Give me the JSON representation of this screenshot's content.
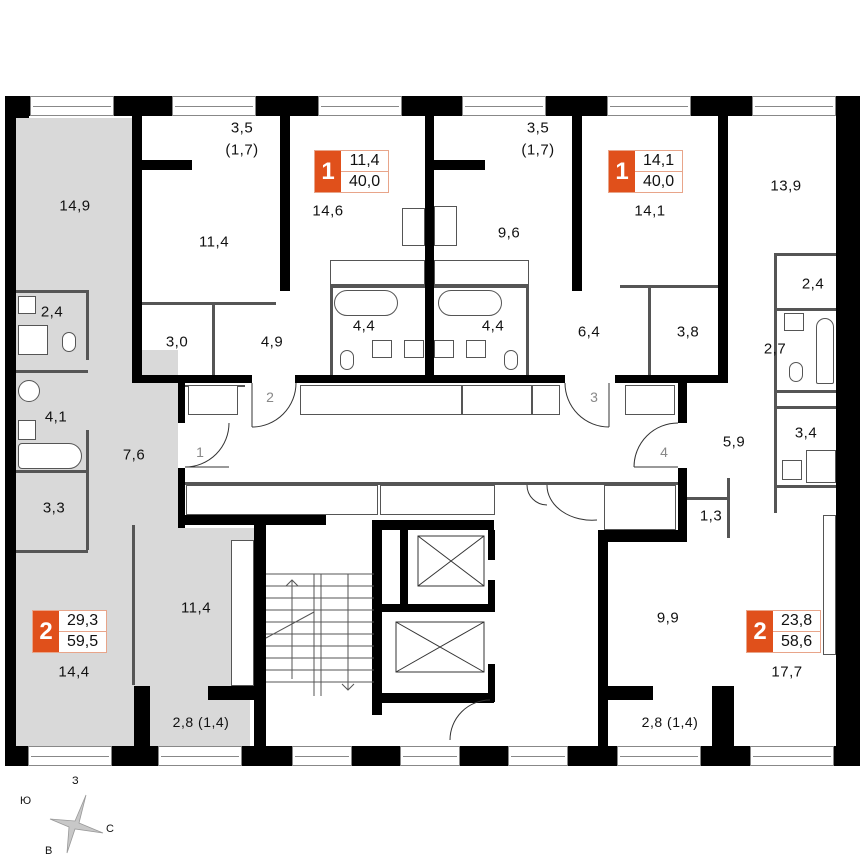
{
  "plan": {
    "apartments": [
      {
        "id": "apt-left-2",
        "rooms_count": "2",
        "living_area": "29,3",
        "total_area": "59,5",
        "highlighted": true,
        "rooms": [
          {
            "name": "room-14-9",
            "area": "14,9"
          },
          {
            "name": "bath-2-4",
            "area": "2,4"
          },
          {
            "name": "bath-4-1",
            "area": "4,1"
          },
          {
            "name": "hall-7-6",
            "area": "7,6"
          },
          {
            "name": "storage-3-3",
            "area": "3,3"
          },
          {
            "name": "room-14-4",
            "area": "14,4"
          },
          {
            "name": "kitchen-11-4",
            "area": "11,4"
          },
          {
            "name": "balcony-2-8",
            "area": "2,8 (1,4)"
          }
        ]
      },
      {
        "id": "apt-top-1a",
        "rooms_count": "1",
        "living_area": "11,4",
        "total_area": "40,0",
        "highlighted": false,
        "rooms": [
          {
            "name": "balcony-3-5",
            "area": "3,5",
            "sub": "(1,7)"
          },
          {
            "name": "room-11-4",
            "area": "11,4"
          },
          {
            "name": "kitchen-14-6",
            "area": "14,6"
          },
          {
            "name": "storage-3-0",
            "area": "3,0"
          },
          {
            "name": "hall-4-9",
            "area": "4,9"
          },
          {
            "name": "bath-4-4",
            "area": "4,4"
          }
        ]
      },
      {
        "id": "apt-top-1b",
        "rooms_count": "1",
        "living_area": "14,1",
        "total_area": "40,0",
        "highlighted": false,
        "rooms": [
          {
            "name": "balcony-3-5",
            "area": "3,5",
            "sub": "(1,7)"
          },
          {
            "name": "kitchen-9-6",
            "area": "9,6"
          },
          {
            "name": "room-14-1",
            "area": "14,1"
          },
          {
            "name": "bath-4-4",
            "area": "4,4"
          },
          {
            "name": "hall-6-4",
            "area": "6,4"
          },
          {
            "name": "storage-3-8",
            "area": "3,8"
          }
        ]
      },
      {
        "id": "apt-right-2",
        "rooms_count": "2",
        "living_area": "23,8",
        "total_area": "58,6",
        "highlighted": false,
        "rooms": [
          {
            "name": "room-13-9",
            "area": "13,9"
          },
          {
            "name": "storage-2-4",
            "area": "2,4"
          },
          {
            "name": "bath-2-7",
            "area": "2,7"
          },
          {
            "name": "hall-5-9",
            "area": "5,9"
          },
          {
            "name": "bath-3-4",
            "area": "3,4"
          },
          {
            "name": "storage-1-3",
            "area": "1,3"
          },
          {
            "name": "room-9-9",
            "area": "9,9"
          },
          {
            "name": "kitchen-17-7",
            "area": "17,7"
          },
          {
            "name": "balcony-2-8",
            "area": "2,8 (1,4)"
          }
        ]
      }
    ],
    "entries": [
      "1",
      "2",
      "3",
      "4"
    ],
    "compass": {
      "north": "З",
      "west": "Ю",
      "east": "С",
      "south": "В"
    },
    "colors": {
      "badge": "#e0501b",
      "highlight": "#d9d9d9",
      "wall": "#000000"
    }
  }
}
